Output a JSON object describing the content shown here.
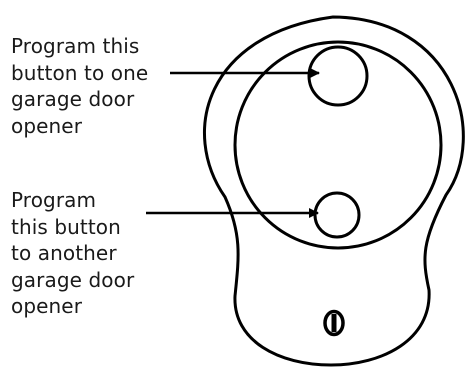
{
  "callouts": {
    "top": {
      "lines": [
        "Program this",
        "button to one",
        "garage door",
        "opener"
      ]
    },
    "bottom": {
      "lines": [
        "Program",
        "this button",
        "to another",
        "garage door",
        "opener"
      ]
    }
  },
  "device": {
    "type": "garage remote keychain",
    "button_count": 2,
    "colors": {
      "stroke": "#000000",
      "background": "#ffffff",
      "text": "#1a1a1a"
    }
  }
}
